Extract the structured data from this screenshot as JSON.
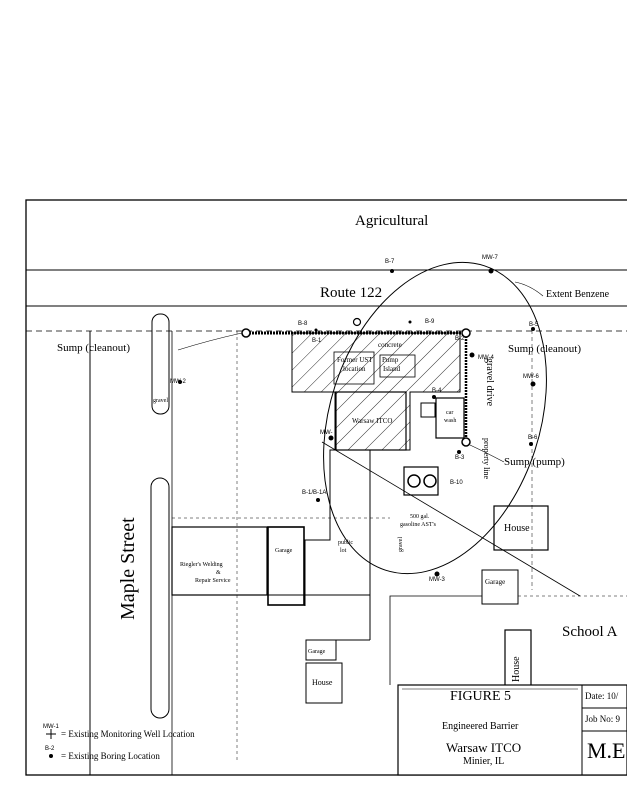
{
  "areas": {
    "north": "Agricultural",
    "road": "Route 122",
    "street": "Maple Street",
    "school": "School A",
    "extent": "Extent Benzene"
  },
  "features": {
    "sump_cleanout_left": "Sump (cleanout)",
    "sump_cleanout_right": "Sump (cleanout)",
    "sump_pump": "Sump (pump)",
    "former_ust": "Former UST",
    "former_ust_2": "location",
    "pump_island": "Pump",
    "pump_island_2": "Island",
    "concrete": "concrete",
    "warsaw_building": "Warsaw ITCO",
    "car_wash": "car",
    "car_wash_2": "wash",
    "gravel_drive": "gravel drive",
    "property_line": "property line",
    "ast": "500 gal.",
    "ast_2": "gasoline AST's",
    "gravel_left": "gravel",
    "gravel_lot": "gravel",
    "public_lot": "public",
    "public_lot_2": "lot",
    "garage_1": "Garage",
    "garage_2": "Garage",
    "garage_3": "Garage",
    "house_1": "House",
    "house_2": "House",
    "house_3": "House",
    "welding": "Riegler's Welding",
    "welding_2": "&",
    "welding_3": "Repair Service"
  },
  "points": {
    "b7": "B-7",
    "mw7": "MW-7",
    "b5": "B-5",
    "mw4": "MW-4",
    "mw6": "MW-6",
    "b6": "B-6",
    "mw2": "MW-2",
    "b4": "B-4",
    "mw5": "MW-",
    "b3": "B-3",
    "b1": "B-1",
    "b2": "B-2",
    "b10": "B-10",
    "b1mb1": "B-1/B-1A",
    "mw3": "MW-3",
    "b8": "B-8",
    "b9": "B-9"
  },
  "legend": {
    "mw_code": "MW-1",
    "mw_text": "= Existing Monitoring Well Location",
    "b_code": "B-2",
    "b_text": "= Existing Boring Location"
  },
  "title_block": {
    "figure": "FIGURE 5",
    "subtitle": "Engineered Barrier",
    "site": "Warsaw ITCO",
    "city": "Minier, IL",
    "date_label": "Date: 10/",
    "job_label": "Job No: 9",
    "firm": "M.E"
  }
}
